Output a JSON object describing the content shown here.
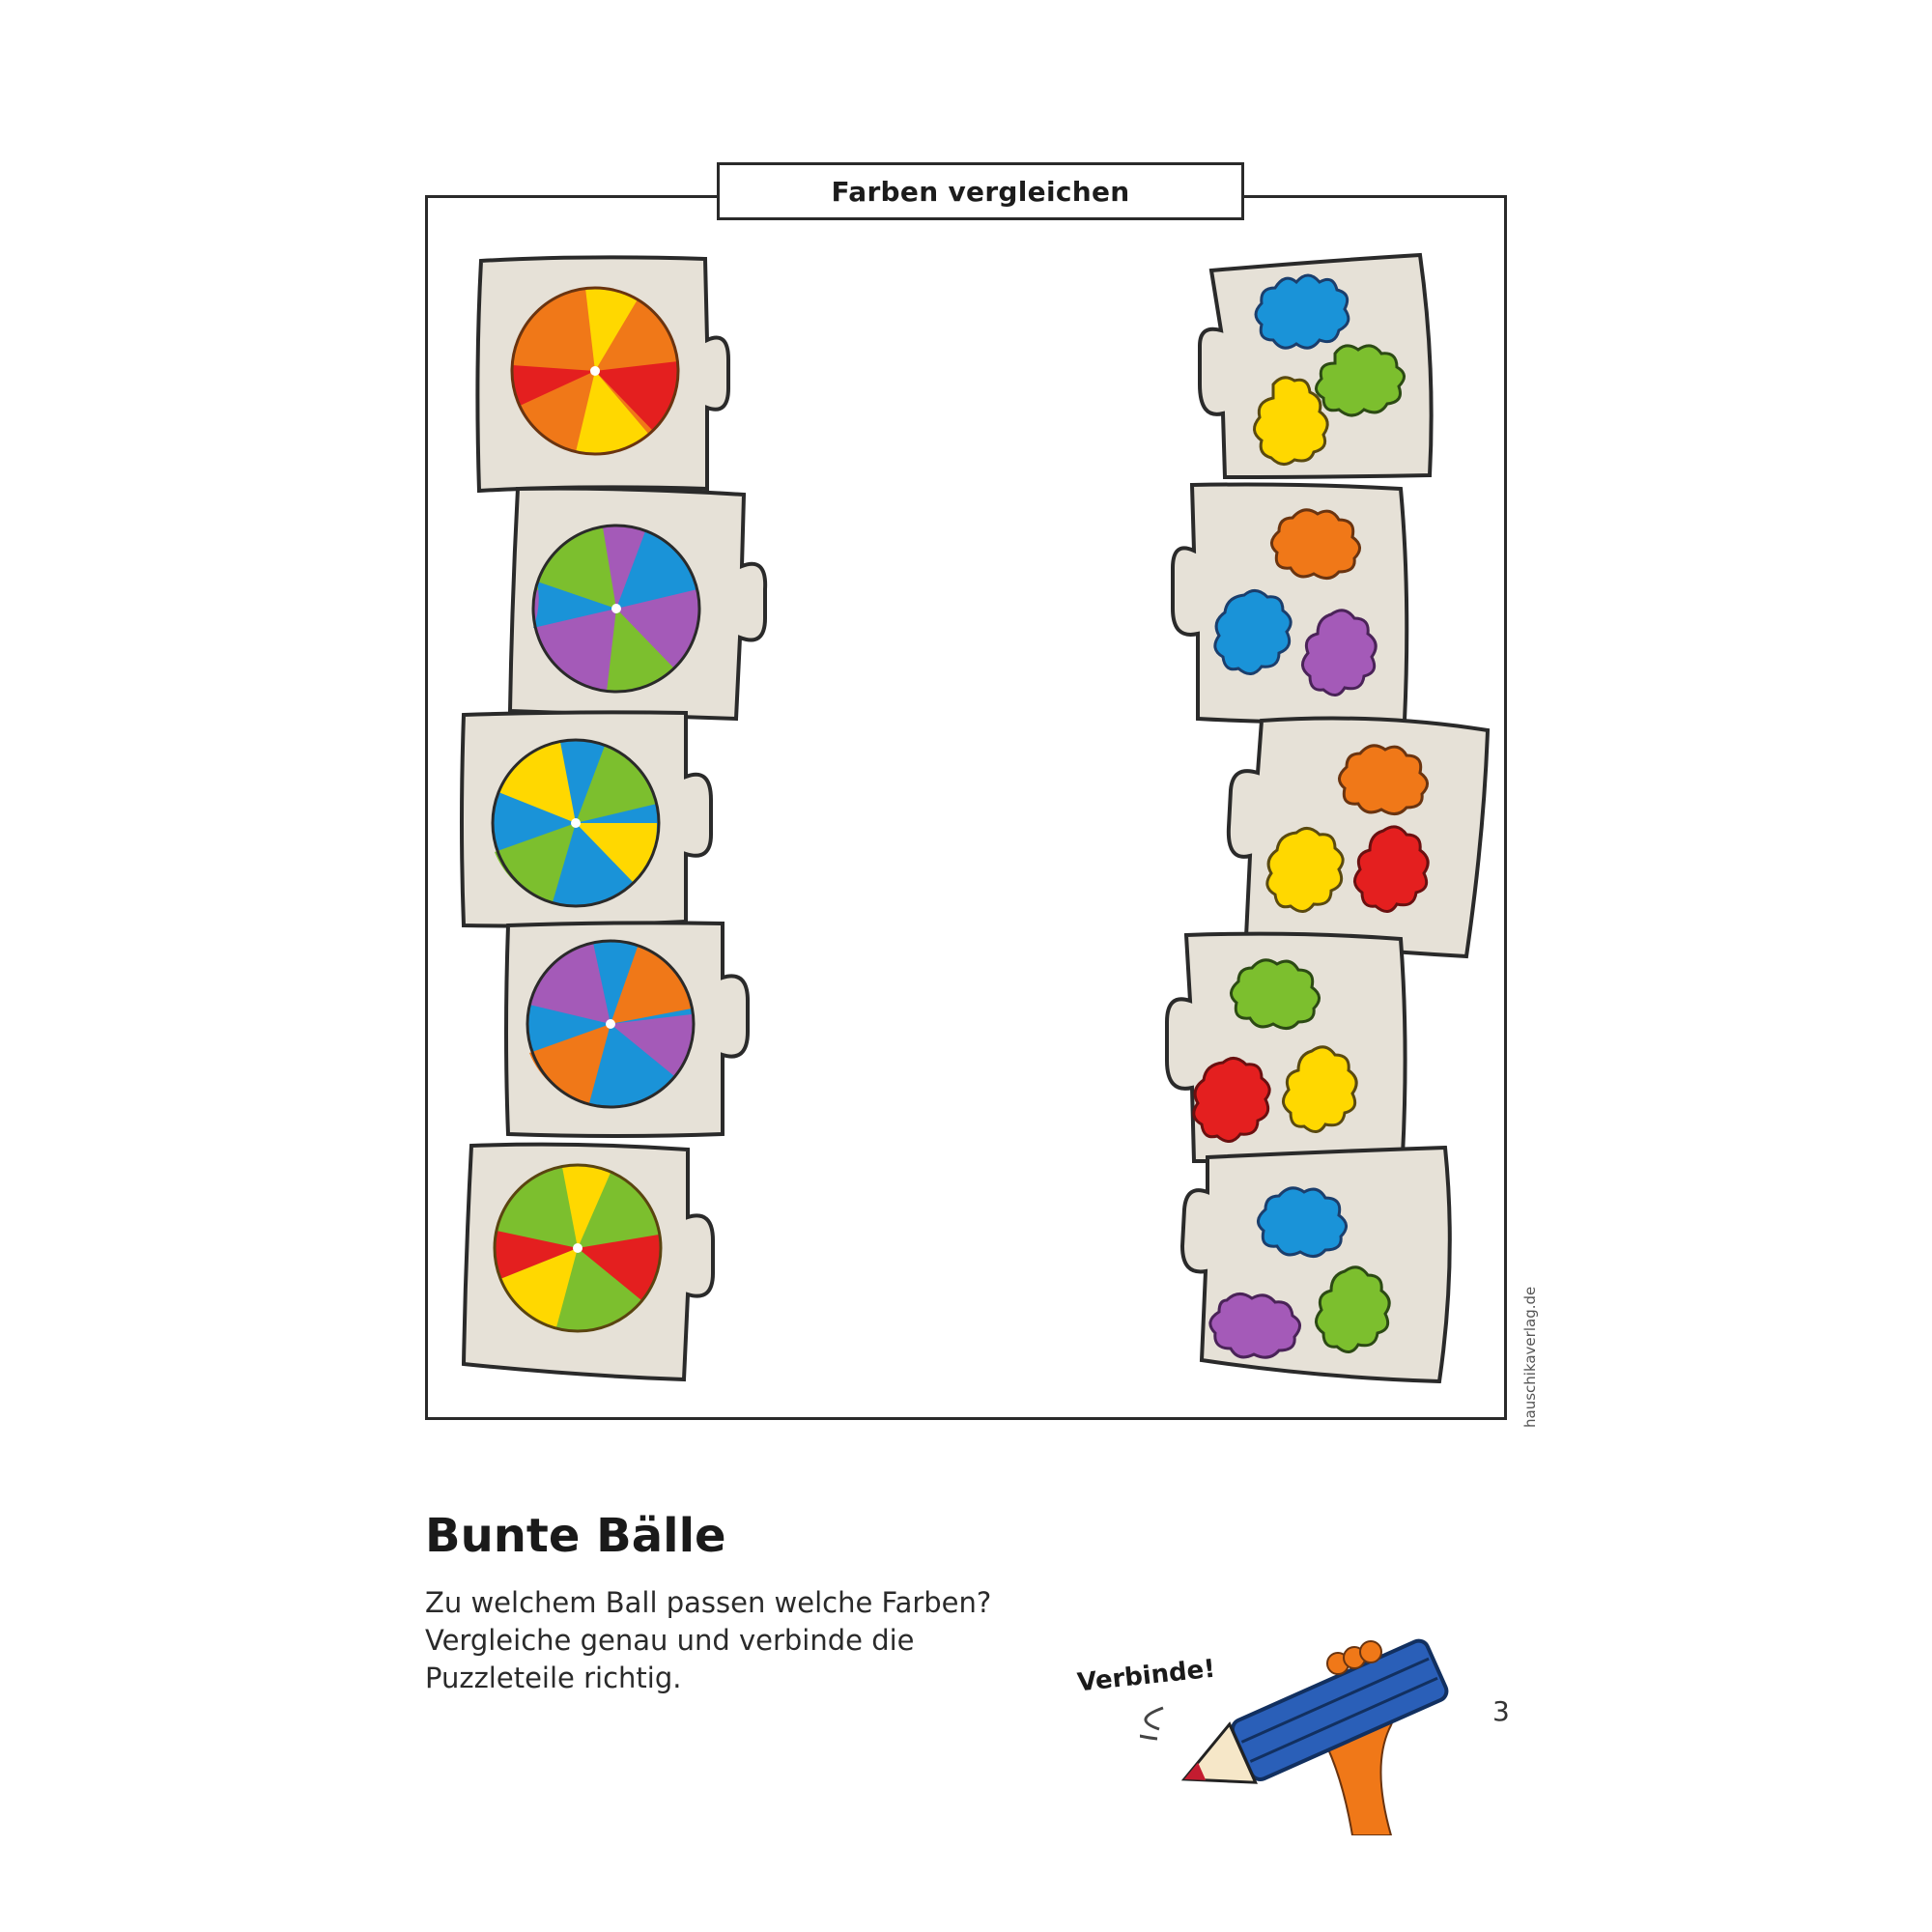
{
  "section_title": "Farben vergleichen",
  "exercise": {
    "heading": "Bunte Bälle",
    "instructions": [
      "Zu welchem Ball passen welche Farben?",
      "Vergleiche genau und verbinde die",
      "Puzzleteile richtig."
    ],
    "callout": "Verbinde!",
    "icon": "pencil-icon"
  },
  "page_number": "3",
  "publisher_credit": "hauschikaverlag.de",
  "colors": {
    "red": "#e41f1f",
    "orange": "#f07818",
    "yellow": "#ffd800",
    "green": "#7cbf2e",
    "blue": "#1a93d8",
    "purple": "#a45ab8",
    "piece_fill": "#e6e1d7",
    "outline": "#2a2a2a"
  },
  "left_pieces": [
    {
      "id": "ball-1",
      "colors": [
        "orange",
        "yellow",
        "red"
      ]
    },
    {
      "id": "ball-2",
      "colors": [
        "green",
        "purple",
        "blue"
      ]
    },
    {
      "id": "ball-3",
      "colors": [
        "yellow",
        "blue",
        "green"
      ]
    },
    {
      "id": "ball-4",
      "colors": [
        "purple",
        "blue",
        "orange"
      ]
    },
    {
      "id": "ball-5",
      "colors": [
        "green",
        "yellow",
        "red"
      ]
    }
  ],
  "right_pieces": [
    {
      "id": "splash-1",
      "colors": [
        "blue",
        "green",
        "yellow"
      ]
    },
    {
      "id": "splash-2",
      "colors": [
        "orange",
        "blue",
        "purple"
      ]
    },
    {
      "id": "splash-3",
      "colors": [
        "orange",
        "yellow",
        "red"
      ]
    },
    {
      "id": "splash-4",
      "colors": [
        "green",
        "red",
        "yellow"
      ]
    },
    {
      "id": "splash-5",
      "colors": [
        "blue",
        "purple",
        "green"
      ]
    }
  ]
}
